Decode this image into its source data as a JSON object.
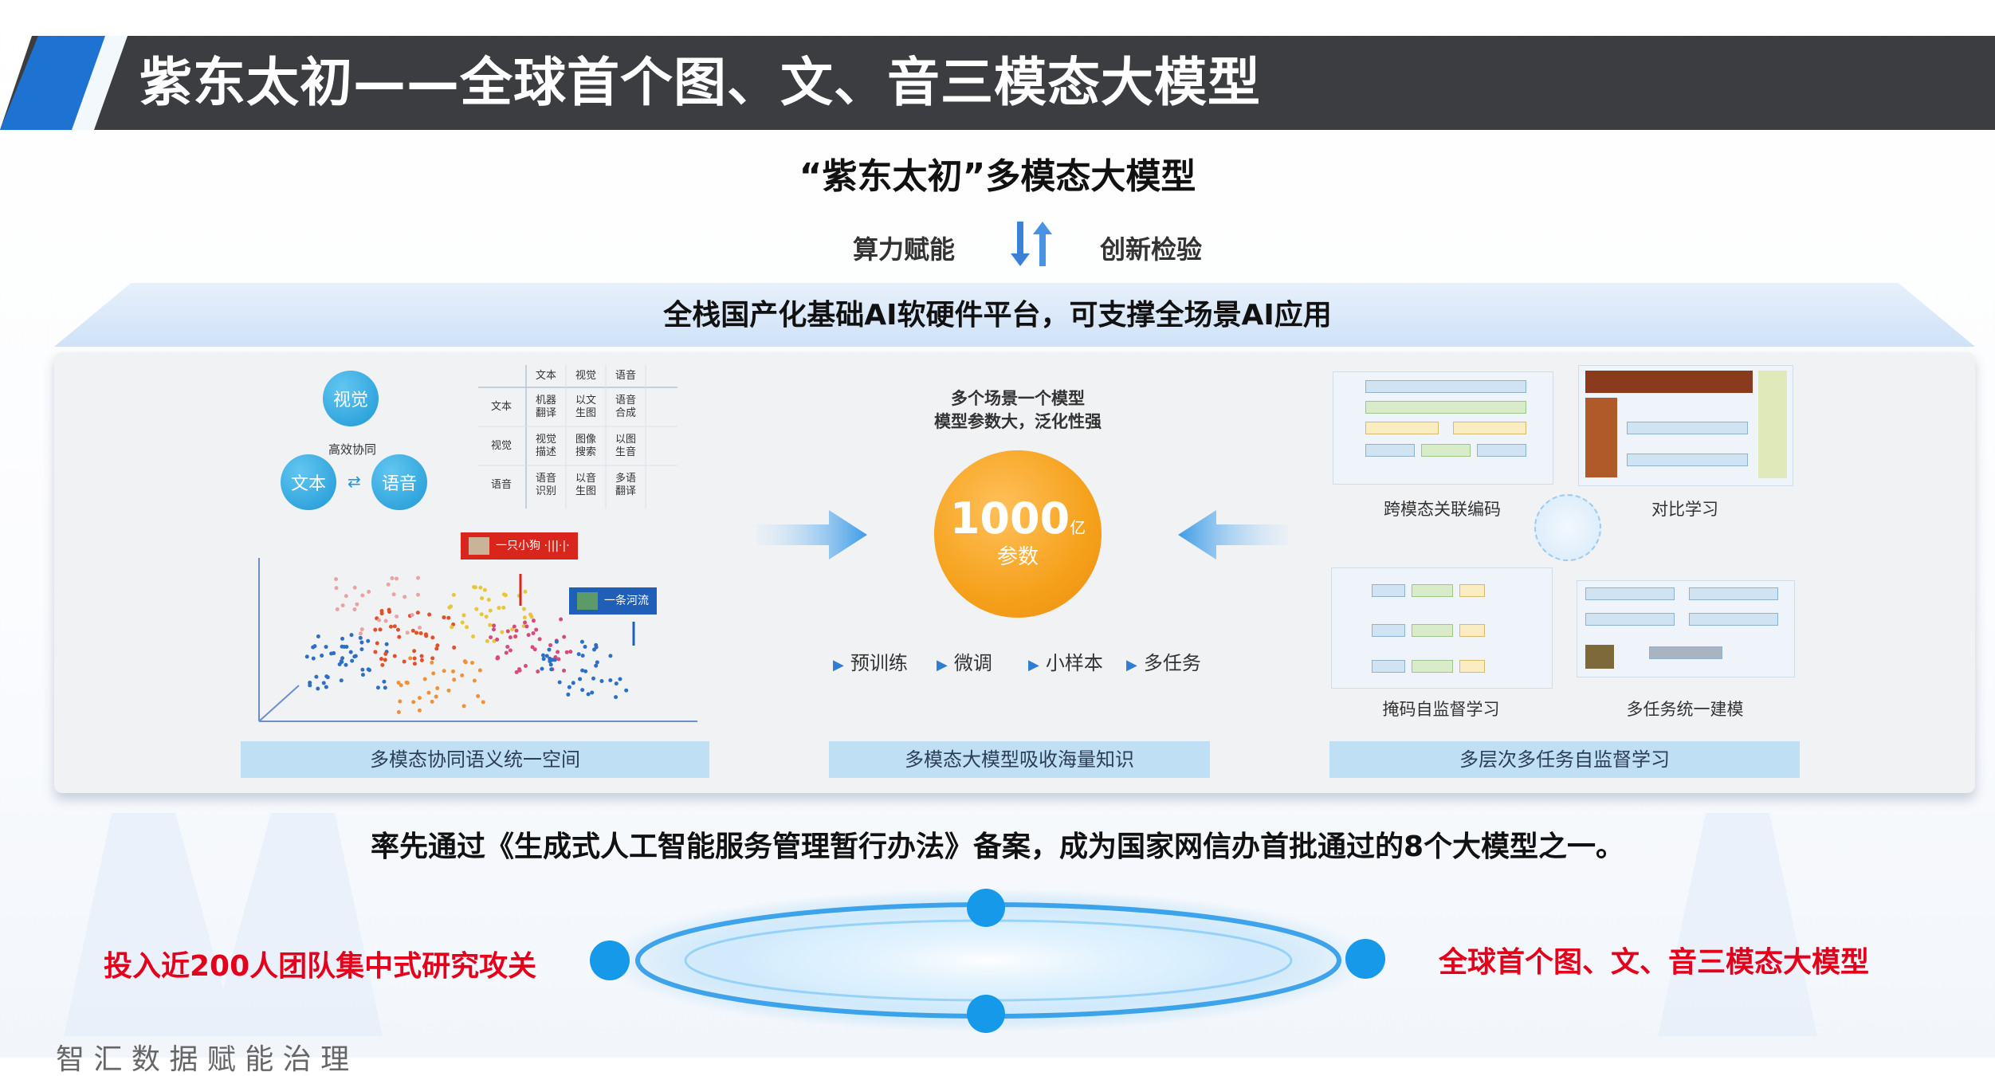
{
  "banner": {
    "title": "紫东太初——全球首个图、文、音三模态大模型"
  },
  "model_title": "“紫东太初”多模态大模型",
  "link": {
    "left": "算力赋能",
    "right": "创新检验"
  },
  "stack_statement": "全栈国产化基础AI软硬件平台，可支撑全场景AI应用",
  "left_panel": {
    "bubbles": [
      "视觉",
      "文本",
      "语音"
    ],
    "bubble_caption": "高效协同",
    "table": {
      "col_headers": [
        "文本",
        "视觉",
        "语音"
      ],
      "rows": [
        {
          "header": "文本",
          "cells": [
            "机器\n翻译",
            "以文\n生图",
            "语音\n合成"
          ]
        },
        {
          "header": "视觉",
          "cells": [
            "视觉\n描述",
            "图像\n搜索",
            "以图\n生音"
          ]
        },
        {
          "header": "语音",
          "cells": [
            "语音\n识别",
            "以音\n生图",
            "多语\n翻译"
          ]
        }
      ]
    },
    "tag_dog": "一只小狗",
    "tag_river": "一条河流",
    "caption": "多模态协同语义统一空间"
  },
  "center_panel": {
    "line1": "多个场景一个模型",
    "line2": "模型参数大，泛化性强",
    "number": "1000",
    "unit": "亿",
    "number_label": "参数",
    "features": [
      "预训练",
      "微调",
      "小样本",
      "多任务"
    ],
    "caption": "多模态大模型吸收海量知识"
  },
  "right_panel": {
    "labels": [
      "跨模态关联编码",
      "对比学习",
      "掩码自监督学习",
      "多任务统一建模"
    ],
    "caption": "多层次多任务自监督学习"
  },
  "filing_statement": "率先通过《生成式人工智能服务管理暂行办法》备案，成为国家网信办首批通过的8个大模型之一。",
  "left_red": "投入近200人团队集中式研究攻关",
  "right_red": "全球首个图、文、音三模态大模型",
  "footer_partial": "智  汇  数  据      赋  能  治  理"
}
